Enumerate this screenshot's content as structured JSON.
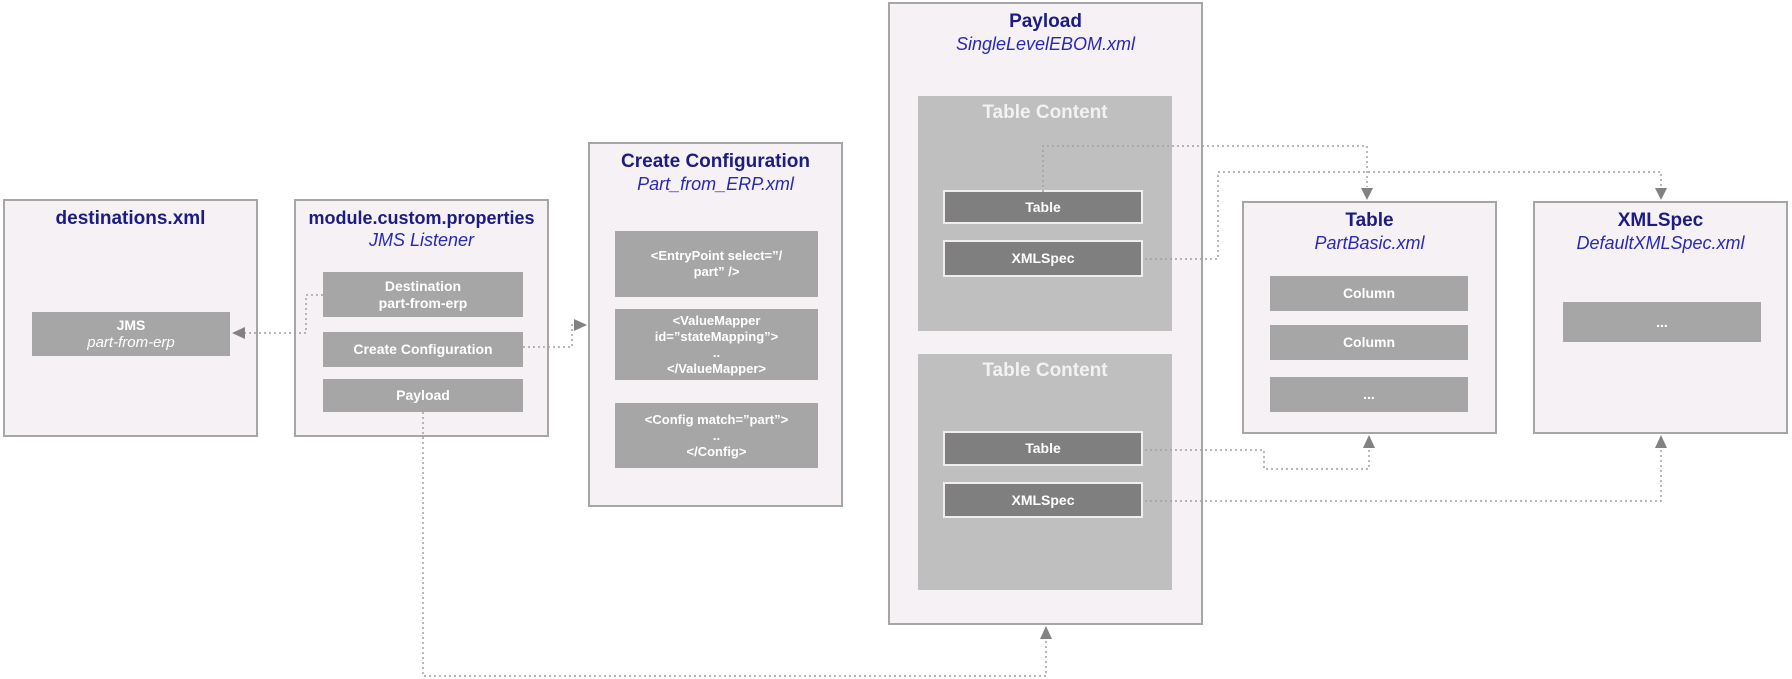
{
  "colors": {
    "panel_background": "#f6f1f4",
    "panel_border": "#a6a6a6",
    "title_navy": "#1c1c82",
    "subtitle_blue": "#2929b4",
    "gray_node": "#a6a6a6",
    "dark_node": "#7f7f7f",
    "section_gray": "#bfbfbf",
    "connector_gray": "#a0a0a0"
  },
  "panels": [
    {
      "id": "destinations",
      "title": "destinations.xml",
      "nodes": [
        {
          "lines": [
            "JMS",
            "part-from-erp"
          ]
        }
      ]
    },
    {
      "id": "module-properties",
      "title": "module.custom.properties",
      "subtitle": "JMS Listener",
      "nodes": [
        {
          "lines": [
            "Destination",
            "part-from-erp"
          ]
        },
        {
          "lines": [
            "Create Configuration"
          ]
        },
        {
          "lines": [
            "Payload"
          ]
        }
      ]
    },
    {
      "id": "create-configuration",
      "title": "Create Configuration",
      "subtitle": "Part_from_ERP.xml",
      "nodes": [
        {
          "lines": [
            "<EntryPoint select=”/",
            "part” />"
          ]
        },
        {
          "lines": [
            "<ValueMapper",
            "id=”stateMapping”>",
            "..",
            "</ValueMapper>"
          ]
        },
        {
          "lines": [
            "<Config match=”part”>",
            "..",
            "</Config>"
          ]
        }
      ]
    },
    {
      "id": "payload",
      "title": "Payload",
      "subtitle": "SingleLevelEBOM.xml",
      "sections": [
        {
          "title": "Table Content",
          "nodes": [
            {
              "lines": [
                "Table"
              ]
            },
            {
              "lines": [
                "XMLSpec"
              ]
            }
          ]
        },
        {
          "title": "Table Content",
          "nodes": [
            {
              "lines": [
                "Table"
              ]
            },
            {
              "lines": [
                "XMLSpec"
              ]
            }
          ]
        }
      ]
    },
    {
      "id": "table",
      "title": "Table",
      "subtitle": "PartBasic.xml",
      "nodes": [
        {
          "lines": [
            "Column"
          ]
        },
        {
          "lines": [
            "Column"
          ]
        },
        {
          "lines": [
            "..."
          ]
        }
      ]
    },
    {
      "id": "xmlspec",
      "title": "XMLSpec",
      "subtitle": "DefaultXMLSpec.xml",
      "nodes": [
        {
          "lines": [
            "..."
          ]
        }
      ]
    }
  ],
  "connections": [
    {
      "from": "module-properties / Destination part-from-erp",
      "to": "destinations / JMS part-from-erp"
    },
    {
      "from": "module-properties / Create Configuration",
      "to": "create-configuration panel"
    },
    {
      "from": "module-properties / Payload",
      "to": "payload panel"
    },
    {
      "from": "payload / Table Content 1 / Table",
      "to": "table panel (top)"
    },
    {
      "from": "payload / Table Content 1 / XMLSpec",
      "to": "xmlspec panel (top)"
    },
    {
      "from": "payload / Table Content 2 / Table",
      "to": "table panel (bottom)"
    },
    {
      "from": "payload / Table Content 2 / XMLSpec",
      "to": "xmlspec panel (bottom)"
    }
  ]
}
